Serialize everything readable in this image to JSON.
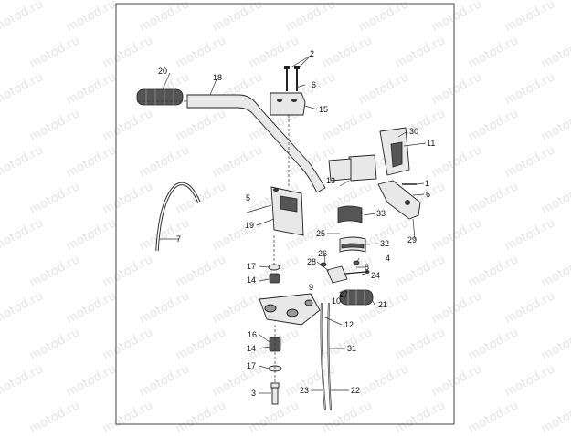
{
  "watermark": "motod.ru",
  "callouts": {
    "c1": "1",
    "c2": "2",
    "c3": "3",
    "c4": "4",
    "c5": "5",
    "c6a": "6",
    "c6b": "6",
    "c7": "7",
    "c8": "8",
    "c9": "9",
    "c10": "10",
    "c11": "11",
    "c12": "12",
    "c13": "13",
    "c14a": "14",
    "c14b": "14",
    "c15": "15",
    "c16": "16",
    "c17a": "17",
    "c17b": "17",
    "c18": "18",
    "c19": "19",
    "c20": "20",
    "c21": "21",
    "c22": "22",
    "c23": "23",
    "c24": "24",
    "c25": "25",
    "c26": "26",
    "c27": "27",
    "c28": "28",
    "c29": "29",
    "c30": "30",
    "c31": "31",
    "c32": "32",
    "c33": "33"
  }
}
